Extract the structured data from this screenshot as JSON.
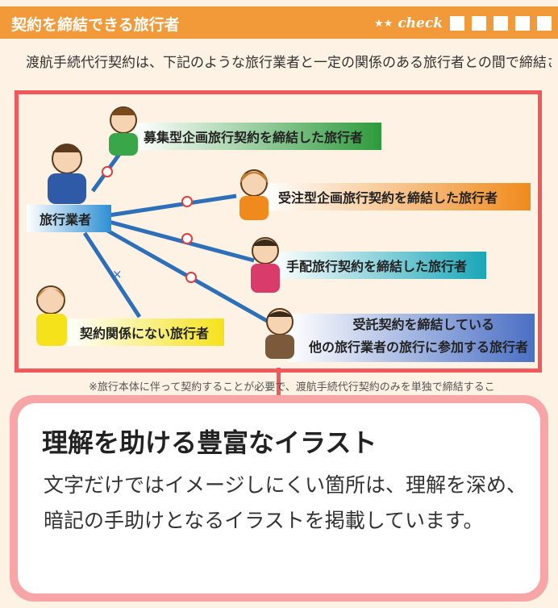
{
  "header": {
    "title": "契約を締結できる旅行者",
    "stars": "★★",
    "check_label": "check"
  },
  "intro_text": "渡航手続代行契約は、下記のような旅行業者と一定の関係のある旅行者との間で締結されます。",
  "diagram": {
    "center_label": "旅行業者",
    "targets": [
      {
        "label": "募集型企画旅行契約を締結した旅行者",
        "mark": "○"
      },
      {
        "label": "受注型企画旅行契約を締結した旅行者",
        "mark": "○"
      },
      {
        "label": "手配旅行契約を締結した旅行者",
        "mark": "○"
      },
      {
        "label_line1": "受託契約を締結している",
        "label_line2": "他の旅行業者の旅行に参加する旅行者",
        "mark": "○"
      },
      {
        "label": "契約関係にない旅行者",
        "mark": "×"
      }
    ],
    "colors": {
      "green": "#2e9a3c",
      "orange": "#f08a1c",
      "teal": "#1aa6b7",
      "blue": "#4a6fc4",
      "yellow": "#f5e21a",
      "line": "#2d6fb8"
    }
  },
  "note": "※旅行本体に伴って契約することが必要で、渡航手続代行契約のみを単独で締結するこ",
  "callout": {
    "title": "理解を助ける豊富なイラスト",
    "body": "文字だけではイメージしにくい箇所は、理解を深め、暗記の手助けとなるイラストを掲載しています。"
  }
}
